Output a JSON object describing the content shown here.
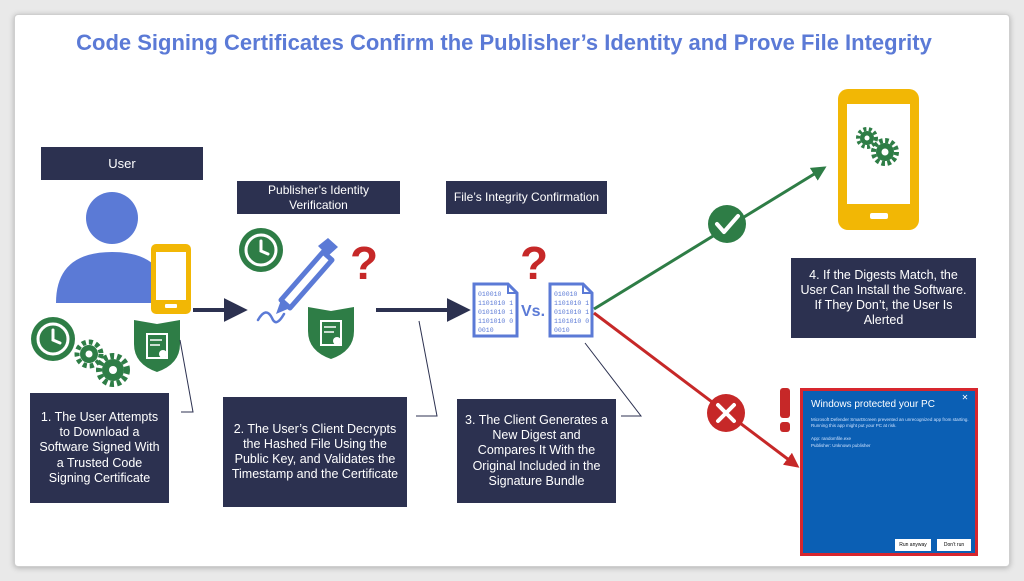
{
  "title": "Code Signing Certificates Confirm the Publisher’s Identity and Prove File Integrity",
  "labels": {
    "user": "User",
    "publisher_identity": "Publisher’s Identity Verification",
    "file_integrity": "File’s Integrity Confirmation"
  },
  "steps": {
    "step1": "1. The User Attempts to Download a Software Signed With a Trusted Code Signing Certificate",
    "step2": "2. The User’s Client Decrypts the Hashed File Using the Public Key, and Validates the Timestamp and the Certificate",
    "step3": "3. The Client Generates a New Digest and Compares It With the Original Included in the Signature Bundle",
    "step4": "4. If the Digests Match, the User Can Install the Software. If They Don’t, the User Is Alerted"
  },
  "compare": {
    "vs": "Vs.",
    "binary_lines": [
      "010010",
      "1101010 1",
      "0101010 1",
      "1101010 0",
      "0010"
    ]
  },
  "windows_dialog": {
    "title": "Windows protected your PC",
    "body": "Microsoft Defender SmartScreen prevented an unrecognized app from starting. Running this app might put your PC at risk.",
    "app_line": "App:      randomfile.exe",
    "publisher_line": "Publisher:   Unknown publisher",
    "run_anyway": "Run anyway",
    "dont_run": "Don’t run"
  },
  "colors": {
    "title": "#5b7ad6",
    "navy": "#2c3150",
    "green": "#2e7d46",
    "red": "#c62828",
    "phone": "#f2b705",
    "user_blue": "#5b7ad6"
  },
  "icons": [
    "user-icon",
    "phone-icon",
    "clock-icon",
    "gears-icon",
    "shield-certificate-icon",
    "pen-signature-icon",
    "question-mark-icon",
    "binary-file-icon",
    "checkmark-icon",
    "cross-icon",
    "exclamation-icon"
  ]
}
